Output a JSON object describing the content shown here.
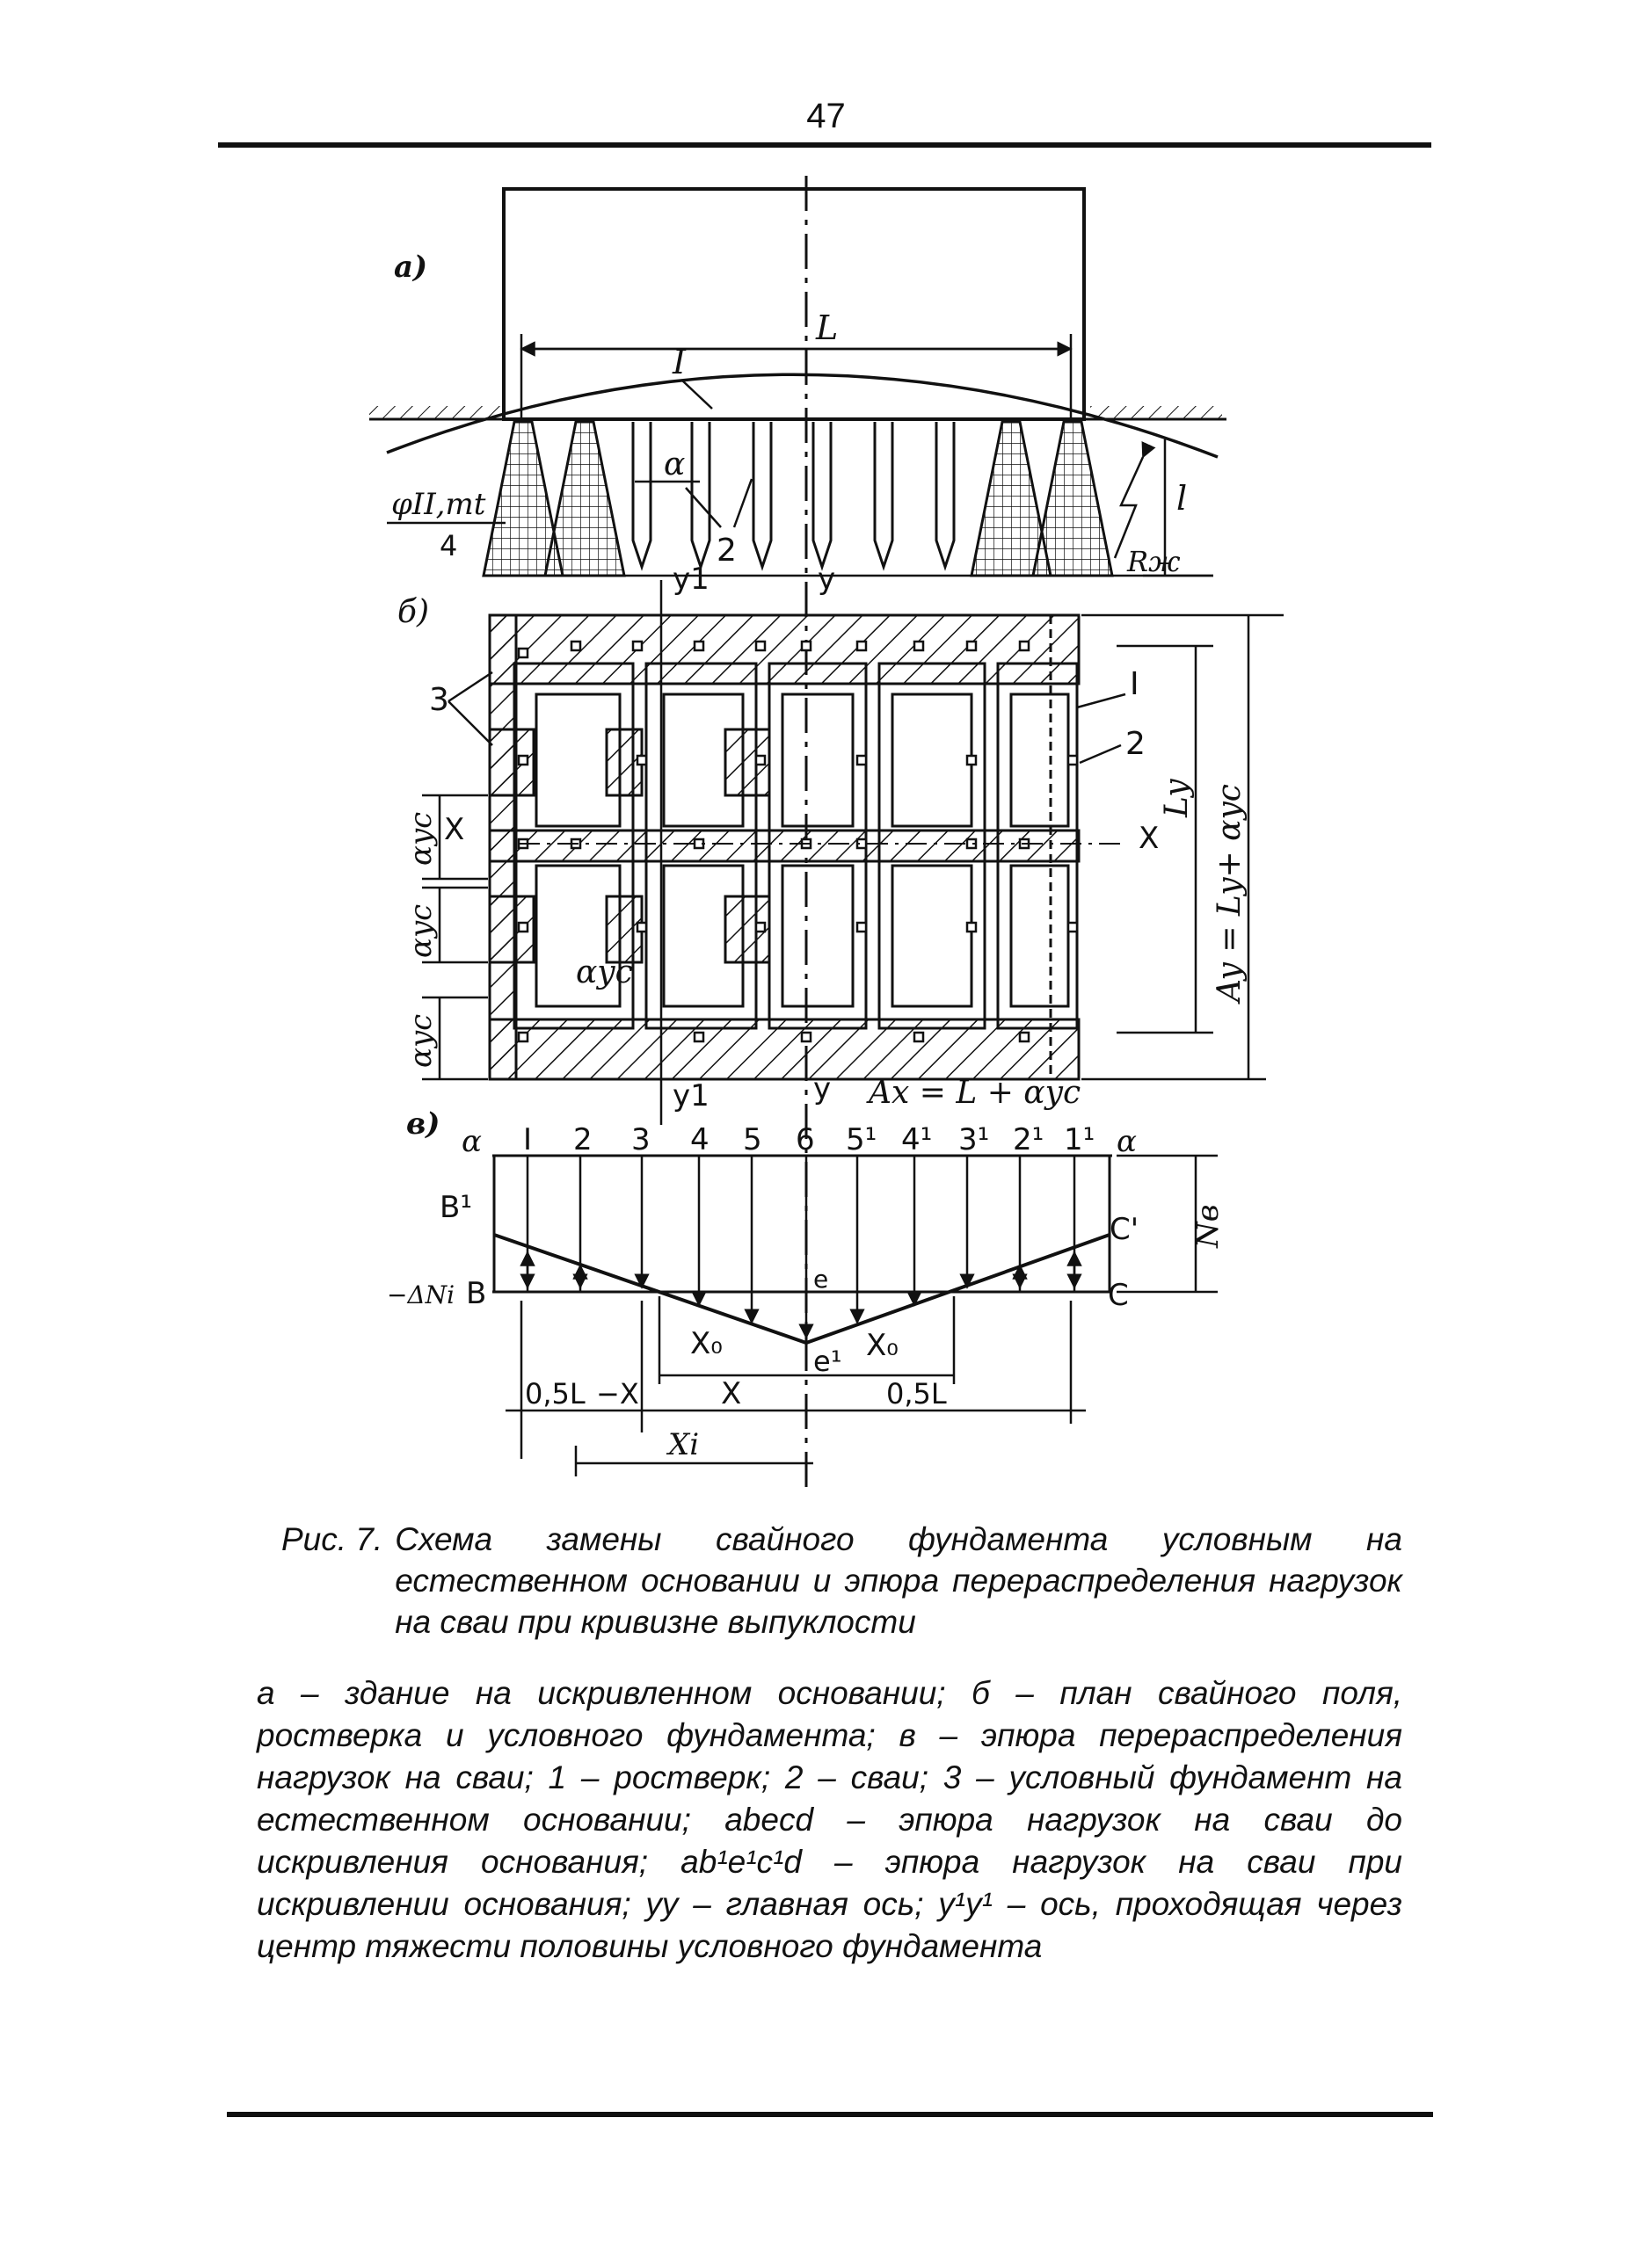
{
  "page": {
    "number": "47"
  },
  "figure": {
    "panel_labels": {
      "a": "а)",
      "b": "б)",
      "v": "в)"
    },
    "section_a": {
      "span_label": "L",
      "roof_label": "I",
      "pile_label": "2",
      "alpha_label": "α",
      "depth_label": "l",
      "phi_numerator": "φII,mt",
      "phi_denominator": "4",
      "radius_label": "Rж"
    },
    "section_b": {
      "label_3": "3",
      "label_1": "I",
      "label_2": "2",
      "axis_x_left": "X",
      "axis_x_right": "X",
      "axis_y_top_main": "y",
      "axis_y_top_half": "y1",
      "axis_y_bottom_main": "y",
      "axis_y_bottom_half": "y1",
      "dim_a_yc": "αyc",
      "dim_a_yc_inner": "αyc",
      "dim_Ly": "Ly",
      "dim_Ay": "Ay = Ly+ αyc",
      "dim_Ax": "Ax = L + αyc"
    },
    "section_v": {
      "top_labels": [
        "α",
        "I",
        "2",
        "3",
        "4",
        "5",
        "6",
        "5¹",
        "4¹",
        "3¹",
        "2¹",
        "1¹",
        "α"
      ],
      "left_upper": "B¹",
      "left_lower": "B",
      "left_delta": "−ΔNi",
      "right_upper": "C'",
      "right_lower": "C",
      "right_load": "Nв",
      "center_upper": "e",
      "center_lower": "e¹",
      "x0_left": "X₀",
      "x0_right": "X₀",
      "dim_x": "X",
      "dim_half_L_left": "0,5L",
      "dim_minus_x": "−X",
      "dim_half_L_right": "0,5L",
      "dim_xi": "Xi"
    }
  },
  "caption": {
    "label": "Рис. 7.",
    "title": "Схема замены свайного фундамента условным на естественном основании и эпюра перераспределения нагрузок на сваи при кривизне выпуклости",
    "legend": "а – здание на искривленном основании; б – план свайного поля, ростверка и условного фундамента; в – эпюра перераспределения нагрузок на сваи; 1 – ростверк; 2 – сваи; 3 – условный фундамент на естественном основании; abecd – эпюра нагрузок на сваи до искривления основания; ab¹e¹c¹d – эпюра нагрузок на сваи при искривлении основания; уу – главная ось; y¹y¹ – ось, проходящая через центр тяжести половины условного фундамента"
  }
}
